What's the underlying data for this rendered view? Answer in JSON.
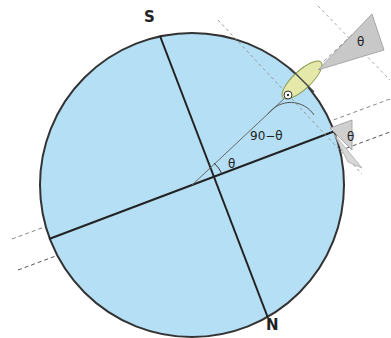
{
  "diagram": {
    "labels": [
      "S",
      "θ",
      "θ",
      "90−θ",
      "θ",
      "N"
    ]
  }
}
